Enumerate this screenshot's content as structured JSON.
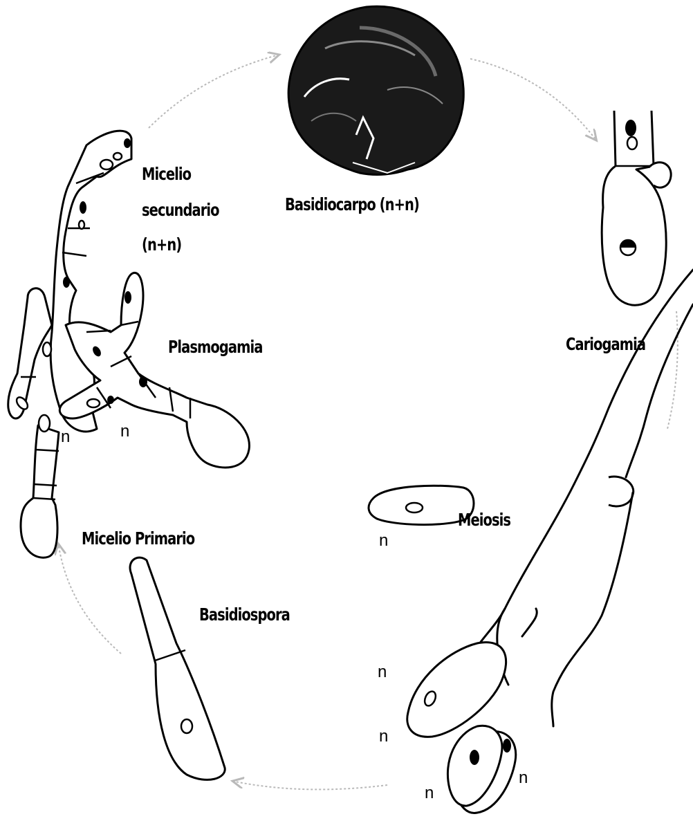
{
  "diagram": {
    "stages": {
      "basidiocarpo": "Basidiocarpo (n+n)",
      "cariogamia": "Cariogamia",
      "meiosis": "Meiosis",
      "basidiospora": "Basidiospora",
      "micelio_primario": "Micelio Primario",
      "plasmogamia": "Plasmogamia",
      "micelio_secundario": [
        "Micelio",
        "secundario",
        "(n+n)"
      ]
    },
    "ploidy_label": "n"
  },
  "colors": {
    "ink": "#000000",
    "cycle_arrow": "#b9b9b9",
    "background": "#ffffff"
  }
}
